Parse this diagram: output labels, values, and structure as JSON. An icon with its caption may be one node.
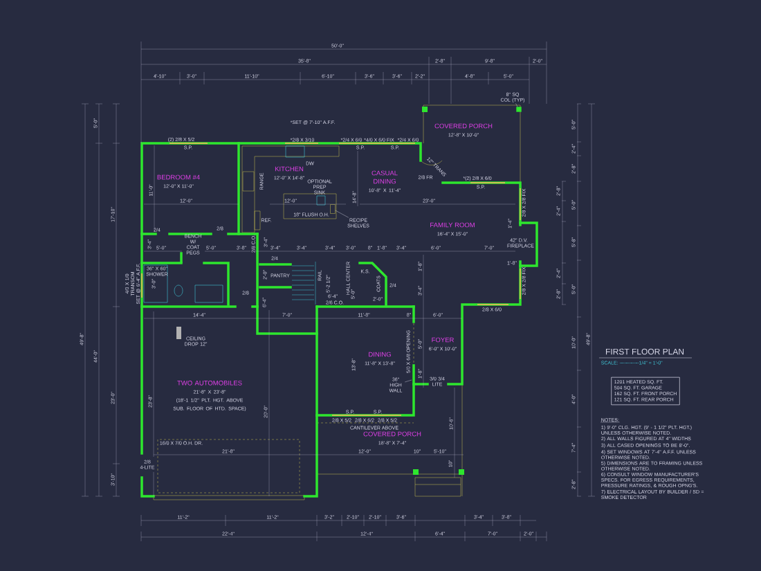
{
  "diagram": {
    "nodes": [
      {
        "text": [
          "BEDROOM #4",
          "12'-0\" X 11'-0\""
        ]
      },
      {
        "text": [
          "KITCHEN",
          "12'-0\" X 14'-8\""
        ]
      },
      {
        "text": [
          "CASUAL DINING",
          "10'-8\" X 11'-4\""
        ]
      },
      {
        "text": [
          "COVERED PORCH",
          "12'-8\" X 10'-0\""
        ]
      },
      {
        "text": [
          "FAMILY ROOM",
          "16'-4\" X 15'-0\""
        ]
      },
      {
        "text": [
          "TWO AUTOMOBILES",
          "21'-8\" X 23'-8\"",
          "(18'-1 1/2\" PLT. HGT. ABOVE SUB. FLOOR OF HTD. SPACE)"
        ]
      },
      {
        "text": [
          "DINING",
          "11'-8\" X 13'-8\""
        ]
      },
      {
        "text": [
          "FOYER",
          "6'-0\" X 10'-0\""
        ]
      },
      {
        "text": [
          "COVERED PORCH",
          "18'-8\" X 7'-4\""
        ]
      },
      {
        "text": [
          "1201 HEATED SQ. FT.",
          "504 SQ. FT. GARAGE",
          "162 SQ. FT. FRONT PORCH",
          "121 SQ. FT. REAR PORCH"
        ]
      },
      {
        "text": [
          "8\" SQ COL (TYP)"
        ]
      },
      {
        "text": [],
        "shape": "box"
      },
      {
        "text": [
          "RECIPE SHELVES"
        ]
      },
      {
        "text": [
          "36\" HIGH WALL"
        ]
      },
      {
        "text": [],
        "shape": "box"
      }
    ],
    "edges": [
      {
        "from": 10,
        "to": 11,
        "arrow": "none"
      },
      {
        "from": 12,
        "to": 14,
        "arrow": "none"
      },
      {
        "from": 13,
        "to": null,
        "arrow": "none"
      }
    ],
    "labels": [
      "*SET @ 7'-10\" A.F.F.",
      "50'-0\"",
      "35'-8\"",
      "2'-8\"",
      "9'-8\"",
      "2'-0\"",
      "4'-10\"",
      "3'-0\"",
      "11'-10\"",
      "6'-10\"",
      "3'-6\"",
      "3'-6\"",
      "2'-2\"",
      "4'-8\"",
      "5'-0\"",
      "(2) 2/8 X 5/2",
      "S.P.",
      "*2/8 X 3/10",
      "*2/4 X 6/0",
      "*4/0 X 6/0 FIX",
      "*2/4 X 6/0",
      "S.P.",
      "S.P.",
      "DW",
      "11'-0\"",
      "RANGE",
      "12\" TRANS",
      "2/8 FR",
      "*(2) 2/8 X 6/0",
      "OPTIONAL PREP SINK",
      "S.P.",
      "12'-0\"",
      "12'-0\"",
      "14'-8\"",
      "23'-0\"",
      "2/8 X 2/8 FIX",
      "REF.",
      "18\" FLUSH O.H.",
      "1'-4\"",
      "42\" D.V. FIREPLACE",
      "2/4",
      "2/8",
      "3'-4\"",
      "BENCH W/ COAT PEGS",
      "5'-0\"",
      "5'-0\"",
      "3'-8\"",
      "2/8 C.O.",
      "3'-4\"",
      "3'-4\"",
      "3'-4\"",
      "3'-4\"",
      "3'-0\"",
      "8\"",
      "1'-8\"",
      "3'-4\"",
      "6'-0\"",
      "7'-0\"",
      "1'-8\"",
      "2/4",
      "36\" X 60\" SHOWER",
      "2'-0\"",
      "PANTRY",
      "RAIL",
      "5'-2 1/2\"",
      "HALL CENTER",
      "K.S.",
      "5'-0\"",
      "COATS",
      "2/4",
      "2'-0\"",
      "1'-8\"",
      "3'-4\"",
      "2/8 X 2/8 FIX",
      "4/0 X 1/0 TRANSOM SET @ 6'-4\" A.F.F.",
      "3'-0\"",
      "2/8",
      "6'-4\"",
      "2/6 C.O.",
      "6'-4\"",
      "2/8 X 6/0",
      "14'-4\"",
      "7'-0\"",
      "11'-8\"",
      "8\"",
      "6'-0\"",
      "CEILING DROP 12\"",
      "5'-0\"",
      "5/0 X 6/8 OPENING",
      "13'-8\"",
      "1'-8\"",
      "3/0 3/4 LITE",
      "23'-8\"",
      "20'-0\"",
      "S.P.",
      "S.P.",
      "2/8 X 5/2",
      "2/8 X 6/2",
      "2/8 X 5/2",
      "10'-6\"",
      "CANTILEVER ABOVE",
      "16/0 X 7/0 O.H. DR.",
      "21'-8\"",
      "12'-0\"",
      "10\"",
      "5'-10\"",
      "2/8 4-LITE",
      "10\"",
      "49'-8\"",
      "44'-0\"",
      "5'-0\"",
      "17'-10\"",
      "23'-0\"",
      "3'-10\"",
      "49'-8\"",
      "5'-0\"",
      "2'-4\"",
      "2'-8\"",
      "5'-0\"",
      "5'-8\"",
      "5'-0\"",
      "10'-0\"",
      "4'-0\"",
      "7'-4\"",
      "2'-8\"",
      "2'-8\"",
      "2'-4\"",
      "2'-4\"",
      "2'-8\"",
      "11'-2\"",
      "11'-2\"",
      "3'-2\"",
      "2'-10\"",
      "2'-10\"",
      "3'-6\"",
      "3'-4\"",
      "3'-8\"",
      "22'-4\"",
      "12'-4\"",
      "6'-4\"",
      "7'-0\"",
      "2'-0\"",
      "FIRST FLOOR PLAN",
      "SCALE: ------------1/4\" = 1'-0\"",
      "NOTES:",
      "1) 9'-0\" CLG. HGT. (9' - 1 1/2\" PLT. HGT.) UNLESS OTHERWISE NOTED.",
      "2) ALL WALLS FIGURED AT 4\" WIDTHS",
      "3) ALL CASED OPENINGS TO BE 8'-0\".",
      "4) SET WINDOWS AT 7'-4\" A.F.F. UNLESS OTHERWISE NOTED.",
      "5) DIMENSIONS ARE TO FRAMING UNLESS OTHERWISE NOTED.",
      "6) CONSULT WINDOW MANUFACTURER'S SPECS. FOR EGRESS REQUIREMENTS, PRESSURE RATINGS, & ROUGH OPNG'S.",
      "7) ELECTRICAL LAYOUT BY BUILDER / SD = SMOKE DETECTOR"
    ]
  }
}
